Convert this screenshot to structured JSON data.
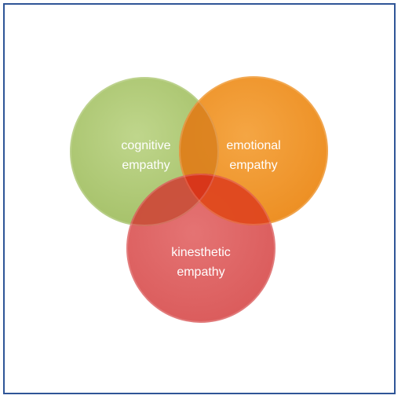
{
  "diagram": {
    "circles": [
      {
        "id": "cognitive",
        "line1": "cognitive",
        "line2": "empathy",
        "color": "#a9c56b"
      },
      {
        "id": "emotional",
        "line1": "emotional",
        "line2": "empathy",
        "color": "#f0921e"
      },
      {
        "id": "kinesthetic",
        "line1": "kinesthetic",
        "line2": "empathy",
        "color": "#de5a5a"
      }
    ],
    "border_color": "#2f5597"
  }
}
